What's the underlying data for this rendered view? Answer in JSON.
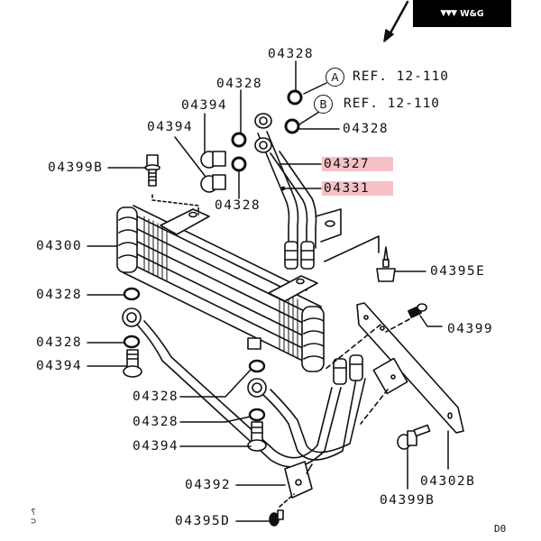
{
  "logo": {
    "mark": "▼▼▼",
    "text": "W&G"
  },
  "diagram": {
    "title": "Oil Cooler Assembly Exploded View",
    "corner_code": "D0",
    "left_edge_glyph": "⸮⊃",
    "references": [
      {
        "circle": "A",
        "text": "REF. 12-110"
      },
      {
        "circle": "B",
        "text": "REF. 12-110"
      }
    ],
    "highlight_color": "#f6c1c6",
    "callouts": [
      {
        "id": "c1",
        "part": "04328",
        "highlighted": false
      },
      {
        "id": "c2",
        "part": "04328",
        "highlighted": false
      },
      {
        "id": "c3",
        "part": "04394",
        "highlighted": false
      },
      {
        "id": "c4",
        "part": "04394",
        "highlighted": false
      },
      {
        "id": "c5",
        "part": "04328",
        "highlighted": false
      },
      {
        "id": "c6",
        "part": "04327",
        "highlighted": true
      },
      {
        "id": "c7",
        "part": "04331",
        "highlighted": true
      },
      {
        "id": "c8",
        "part": "04399B",
        "highlighted": false
      },
      {
        "id": "c9",
        "part": "04328",
        "highlighted": false
      },
      {
        "id": "c10",
        "part": "04300",
        "highlighted": false
      },
      {
        "id": "c11",
        "part": "04395E",
        "highlighted": false
      },
      {
        "id": "c12",
        "part": "04328",
        "highlighted": false
      },
      {
        "id": "c13",
        "part": "04399",
        "highlighted": false
      },
      {
        "id": "c14",
        "part": "04328",
        "highlighted": false
      },
      {
        "id": "c15",
        "part": "04394",
        "highlighted": false
      },
      {
        "id": "c16",
        "part": "04328",
        "highlighted": false
      },
      {
        "id": "c17",
        "part": "04328",
        "highlighted": false
      },
      {
        "id": "c18",
        "part": "04394",
        "highlighted": false
      },
      {
        "id": "c19",
        "part": "04302B",
        "highlighted": false
      },
      {
        "id": "c20",
        "part": "04392",
        "highlighted": false
      },
      {
        "id": "c21",
        "part": "04399B",
        "highlighted": false
      },
      {
        "id": "c22",
        "part": "04395D",
        "highlighted": false
      }
    ]
  }
}
